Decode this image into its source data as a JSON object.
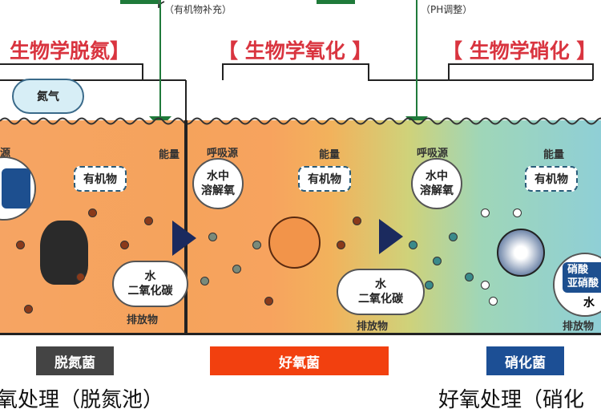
{
  "notes": {
    "organic_supplement": "（有机物补充）",
    "ph_adjust": "（PH调整）"
  },
  "titles": {
    "denitrification": "生物学脱氮】",
    "oxidation": "【 生物学氧化 】",
    "nitrification": "【 生物学硝化 】"
  },
  "left": {
    "gas": "氮气",
    "source_partial": "源",
    "energy": "能量",
    "organic": "有机物",
    "water": "水",
    "co2": "二氧化碳",
    "discharge": "排放物"
  },
  "middle": {
    "source": "呼吸源",
    "dissolved_o2": "水中\n溶解氧",
    "energy": "能量",
    "organic": "有机物",
    "water": "水",
    "co2": "二氧化碳",
    "discharge": "排放物"
  },
  "right": {
    "source": "呼吸源",
    "dissolved_o2": "水中\n溶解氧",
    "energy": "能量",
    "organic": "有机物",
    "nitrate": "硝酸",
    "nitrite": "亚硝酸",
    "water": "水",
    "discharge": "排放物"
  },
  "tags": {
    "denitrifying": "脱氮菌",
    "aerobic": "好氧菌",
    "nitrifying": "硝化菌"
  },
  "captions": {
    "left": "氧处理（脱氮池）",
    "right": "好氧处理（硝化"
  },
  "colors": {
    "arrow": "#1f7a3a",
    "title": "#d9343f",
    "tag_dark": "#444444",
    "tag_orange": "#f2400f",
    "tag_blue": "#1c4f95"
  }
}
